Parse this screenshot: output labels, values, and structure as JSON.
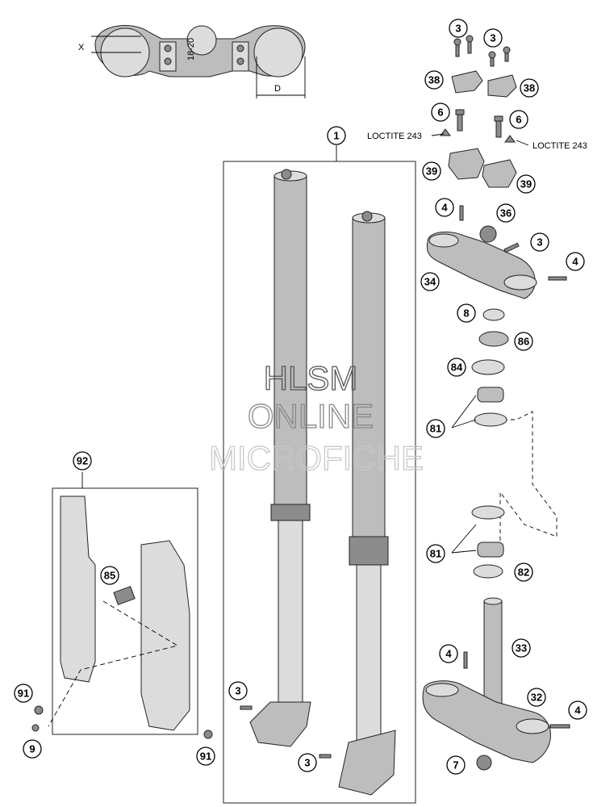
{
  "diagram": {
    "dim_labels": {
      "x": "X",
      "d": "D"
    },
    "clamp_stamp": "18-20",
    "loctite_left": "LOCTITE 243",
    "loctite_right": "LOCTITE 243",
    "watermark": [
      "HLSM",
      "ONLINE",
      "MICROFICHE"
    ],
    "callouts": [
      "3",
      "3",
      "38",
      "38",
      "6",
      "6",
      "39",
      "39",
      "4",
      "36",
      "3",
      "4",
      "34",
      "8",
      "86",
      "84",
      "81",
      "81",
      "82",
      "4",
      "33",
      "32",
      "4",
      "7",
      "1",
      "92",
      "85",
      "91",
      "9",
      "91",
      "3",
      "3"
    ]
  }
}
